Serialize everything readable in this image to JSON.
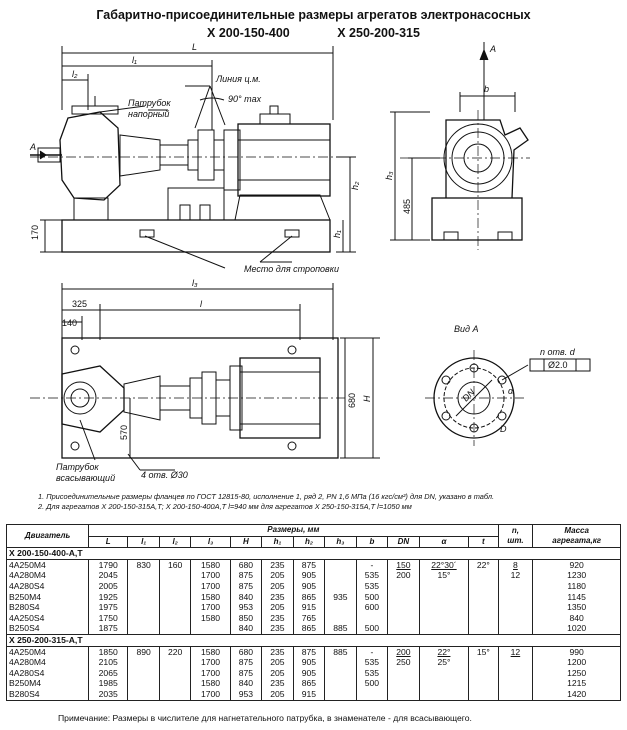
{
  "title": {
    "line1": "Габаритно-присоединительные размеры агрегатов электронасосных",
    "model_a": "Х 200-150-400",
    "model_b": "Х 250-200-315"
  },
  "drawing_labels": {
    "L": "L",
    "l1": "l₁",
    "l2": "l₂",
    "l3": "l₃",
    "l": "l",
    "h1": "h₁",
    "h2": "h₂",
    "h3": "h₃",
    "b": "b",
    "A_arrow": "A",
    "A_left": "A",
    "axis_line": "Линия ц.м.",
    "angle": "90° max",
    "outlet_1": "Патрубок",
    "outlet_2": "напорный",
    "dim_170": "170",
    "dim_485": "485",
    "dim_325": "325",
    "dim_140": "140",
    "dim_570": "570",
    "dim_680": "680",
    "H": "H",
    "sling": "Место для строповки",
    "inlet_1": "Патрубок",
    "inlet_2": "всасывающий",
    "holes": "4 отв. Ø30",
    "view_a": "Вид А",
    "n_holes": "n отв. d",
    "tol": "Ø2.0",
    "DN": "DN",
    "D": "D",
    "alpha": "α"
  },
  "notes": [
    "1. Присоединительные размеры фланцев по ГОСТ 12815-80, исполнение 1, ряд 2, PN 1,6 МПа (16 кгс/см²) для DN, указано в табл.",
    "2. Для агрегатов Х 200-150-315А,Т; Х 200-150-400А,Т  l=940 мм  для агрегатов Х 250-150-315А,Т  l=1050 мм"
  ],
  "table": {
    "headers": {
      "engine": "Двигатель",
      "dims": "Размеры, мм",
      "n": "n,",
      "n2": "шт.",
      "mass1": "Масса",
      "mass2": "агрегата,кг",
      "cols": [
        "L",
        "l₁",
        "l₂",
        "l₃",
        "H",
        "h₁",
        "h₂",
        "h₃",
        "b",
        "DN",
        "α",
        "t"
      ]
    },
    "group1": "Х 200-150-400-А,Т",
    "group2": "Х 250-200-315-А,Т",
    "rows1": [
      [
        "4А250М4",
        "1790",
        "830",
        "160",
        "1580",
        "680",
        "235",
        "875",
        "",
        "-",
        "150",
        "22°30´",
        "22°",
        "8",
        "920"
      ],
      [
        "4А280М4",
        "2045",
        "",
        "",
        "1700",
        "875",
        "205",
        "905",
        "",
        "535",
        "200",
        "15°",
        "",
        "12",
        "1230"
      ],
      [
        "4А280S4",
        "2005",
        "",
        "",
        "1700",
        "875",
        "205",
        "905",
        "",
        "535",
        "",
        "",
        "",
        "",
        "1180"
      ],
      [
        "В250М4",
        "1925",
        "",
        "",
        "1580",
        "840",
        "235",
        "865",
        "935",
        "500",
        "",
        "",
        "",
        "",
        "1145"
      ],
      [
        "В280S4",
        "1975",
        "",
        "",
        "1700",
        "953",
        "205",
        "915",
        "",
        "600",
        "",
        "",
        "",
        "",
        "1350"
      ],
      [
        "4А250S4",
        "1750",
        "",
        "",
        "1580",
        "850",
        "235",
        "765",
        "",
        "",
        "",
        "",
        "",
        "",
        "840"
      ],
      [
        "В250S4",
        "1875",
        "",
        "",
        "",
        "840",
        "235",
        "865",
        "885",
        "500",
        "",
        "",
        "",
        "",
        "1020"
      ]
    ],
    "rows2": [
      [
        "4А250М4",
        "1850",
        "890",
        "220",
        "1580",
        "680",
        "235",
        "875",
        "885",
        "-",
        "200",
        "22°",
        "15°",
        "12",
        "990"
      ],
      [
        "4А280М4",
        "2105",
        "",
        "",
        "1700",
        "875",
        "205",
        "905",
        "",
        "535",
        "250",
        "25°",
        "",
        "",
        "1200"
      ],
      [
        "4А280S4",
        "2065",
        "",
        "",
        "1700",
        "875",
        "205",
        "905",
        "",
        "535",
        "",
        "",
        "",
        "",
        "1250"
      ],
      [
        "В250М4",
        "1985",
        "",
        "",
        "1580",
        "840",
        "235",
        "865",
        "",
        "500",
        "",
        "",
        "",
        "",
        "1215"
      ],
      [
        "В280S4",
        "2035",
        "",
        "",
        "1700",
        "953",
        "205",
        "915",
        "",
        "",
        "",
        "",
        "",
        "",
        "1420"
      ]
    ]
  },
  "footnote": "Примечание: Размеры в числителе для нагнетательного патрубка, в знаменателе - для всасывающего."
}
